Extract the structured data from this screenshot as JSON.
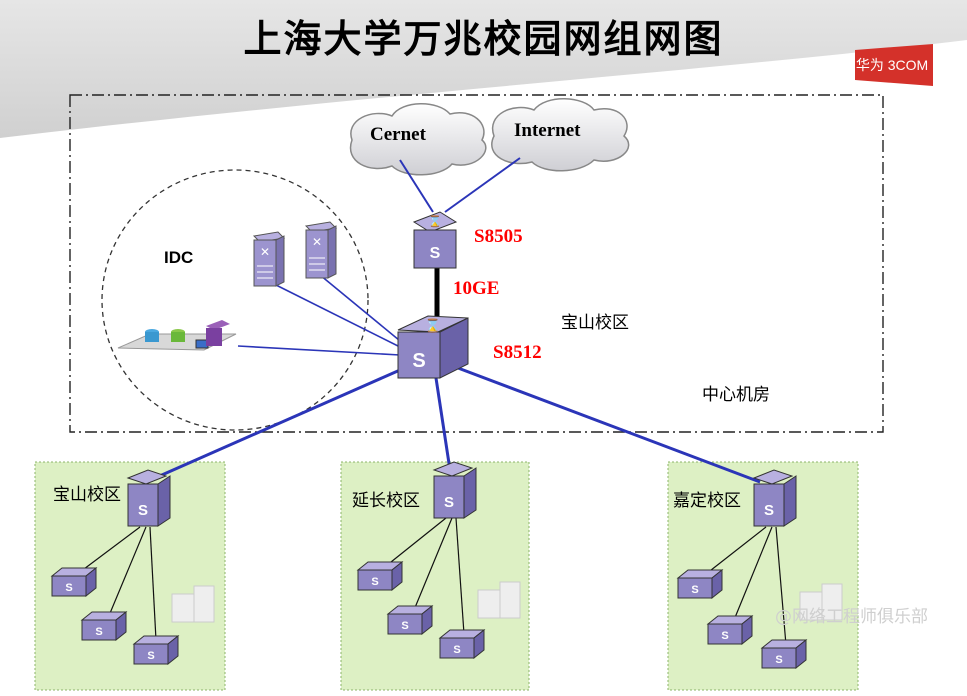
{
  "title": "上海大学万兆校园网组网图",
  "logo": {
    "text": "华为 3COM",
    "color": "#d4312a"
  },
  "colors": {
    "link": "#2b35b8",
    "trunk": "#000000",
    "device_label": "#ff0000",
    "campus_fill": "#ddf0c4",
    "switch_fill": "#8e86c4"
  },
  "core": {
    "clouds": [
      {
        "label": "Cernet"
      },
      {
        "label": "Internet"
      }
    ],
    "s8505_label": "S8505",
    "trunk_label": "10GE",
    "s8512_label": "S8512",
    "idc_label": "IDC",
    "campus_label": "宝山校区",
    "room_label": "中心机房"
  },
  "campuses": [
    {
      "label": "宝山校区"
    },
    {
      "label": "延长校区"
    },
    {
      "label": "嘉定校区"
    }
  ],
  "watermark": "@网络工程师俱乐部"
}
